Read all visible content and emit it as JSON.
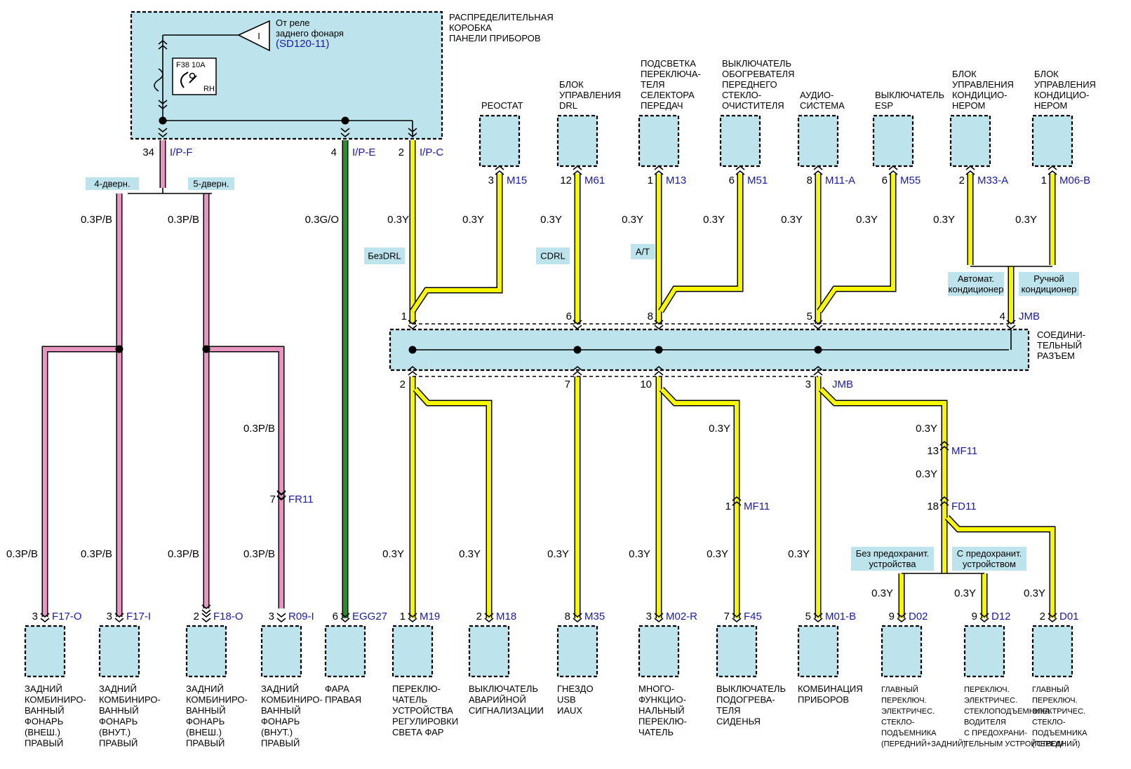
{
  "colors": {
    "box_fill": "#bde3ec",
    "wire_yellow": "#f7f700",
    "wire_pink": "#e995c2",
    "wire_green": "#2e8b2e",
    "pin_blue": "#1a1aa6"
  },
  "top_box": {
    "title": [
      "РАСПРЕДЕЛИТЕЛЬНАЯ",
      "КОРОБКА",
      "ПАНЕЛИ ПРИБОРОВ"
    ],
    "relay_text": [
      "От реле",
      "заднего фонаря"
    ],
    "relay_ref": "(SD120-11)",
    "relay_symbol": "I",
    "fuse_name": "F38 10A",
    "fuse_side": "RH"
  },
  "top_outputs": [
    {
      "pin": "34",
      "conn": "I/P-F"
    },
    {
      "pin": "4",
      "conn": "I/P-E"
    },
    {
      "pin": "2",
      "conn": "I/P-C"
    }
  ],
  "door_variants": [
    "4-дверн.",
    "5-дверн."
  ],
  "ac_variants": [
    "Автомат.\nкондиционер",
    "Ручной\nкондиционер"
  ],
  "fuse_variants": [
    "Без предохранит.\nустройства",
    "С предохранит.\nустройством"
  ],
  "option_tags": [
    "БезDRL",
    "CDRL",
    "A/T"
  ],
  "wire_labels": {
    "pb": "0.3P/B",
    "go": "0.3G/O",
    "y": "0.3Y"
  },
  "top_modules": [
    {
      "title": "РЕОСТАТ",
      "pin": "3",
      "conn": "M15"
    },
    {
      "title": "БЛОК\nУПРАВЛЕНИЯ\nDRL",
      "pin": "12",
      "conn": "M61"
    },
    {
      "title": "ПОДСВЕТКА\nПЕРЕКЛЮЧА-\nТЕЛЯ\nСЕЛЕКТОРА\nПЕРЕДАЧ",
      "pin": "1",
      "conn": "M13"
    },
    {
      "title": "ВЫКЛЮЧАТЕЛЬ\nОБОГРЕВАТЕЛЯ\nПЕРЕДНЕГО\nСТЕКЛО-\nОЧИСТИТЕЛЯ",
      "pin": "6",
      "conn": "M51"
    },
    {
      "title": "АУДИО-\nСИСТЕМА",
      "pin": "8",
      "conn": "M11-A"
    },
    {
      "title": "ВЫКЛЮЧАТЕЛЬ\nESP",
      "pin": "6",
      "conn": "M55"
    },
    {
      "title": "БЛОК\nУПРАВЛЕНИЯ\nКОНДИЦИО-\nНЕРОМ",
      "pin": "2",
      "conn": "M33-A"
    },
    {
      "title": "БЛОК\nУПРАВЛЕНИЯ\nКОНДИЦИО-\nНЕРОМ",
      "pin": "1",
      "conn": "M06-B"
    }
  ],
  "joint_connector": {
    "name": "СОЕДИНИ-\nТЕЛЬНЫЙ\nРАЗЪЕМ",
    "conn": "JMB",
    "top_pins": [
      "1",
      "6",
      "8",
      "5",
      "4"
    ],
    "bottom_pins": [
      "2",
      "7",
      "10",
      "3"
    ],
    "bottom_conn": "JMB"
  },
  "inline_connectors": [
    {
      "pin": "7",
      "conn": "FR11"
    },
    {
      "pin": "1",
      "conn": "MF11"
    },
    {
      "pin": "13",
      "conn": "MF11"
    },
    {
      "pin": "18",
      "conn": "FD11"
    }
  ],
  "bottom_modules": [
    {
      "pin": "3",
      "conn": "F17-O",
      "title": "ЗАДНИЙ\nКОМБИНИРО-\nВАННЫЙ\nФОНАРЬ\n(ВНЕШ.)\nПРАВЫЙ"
    },
    {
      "pin": "3",
      "conn": "F17-I",
      "title": "ЗАДНИЙ\nКОМБИНИРО-\nВАННЫЙ\nФОНАРЬ\n(ВНУТ.)\nПРАВЫЙ"
    },
    {
      "pin": "2",
      "conn": "F18-O",
      "title": "ЗАДНИЙ\nКОМБИНИРО-\nВАННЫЙ\nФОНАРЬ\n(ВНЕШ.)\nПРАВЫЙ"
    },
    {
      "pin": "3",
      "conn": "R09-I",
      "title": "ЗАДНИЙ\nКОМБИНИРО-\nВАННЫЙ\nФОНАРЬ\n(ВНУТ.)\nПРАВЫЙ"
    },
    {
      "pin": "6",
      "conn": "EGG27",
      "title": "ФАРА\nПРАВАЯ"
    },
    {
      "pin": "1",
      "conn": "M19",
      "title": "ПЕРЕКЛЮ-\nЧАТЕЛЬ\nУСТРОЙСТВА\nРЕГУЛИРОВКИ\nСВЕТА ФАР"
    },
    {
      "pin": "2",
      "conn": "M18",
      "title": "ВЫКЛЮЧАТЕЛЬ\nАВАРИЙНОЙ\nСИГНАЛИЗАЦИИ"
    },
    {
      "pin": "8",
      "conn": "M35",
      "title": "ГНЕЗДО\nUSB\nИAUX"
    },
    {
      "pin": "3",
      "conn": "M02-R",
      "title": "МНОГО-\nФУНКЦИО-\nНАЛЬНЫЙ\nПЕРЕКЛЮ-\nЧАТЕЛЬ"
    },
    {
      "pin": "7",
      "conn": "F45",
      "title": "ВЫКЛЮЧАТЕЛЬ\nПОДОГРЕВА-\nТЕЛЯ\nСИДЕНЬЯ"
    },
    {
      "pin": "5",
      "conn": "M01-B",
      "title": "КОМБИНАЦИЯ\nПРИБОРОВ"
    },
    {
      "pin": "9",
      "conn": "D02",
      "title": "ГЛАВНЫЙ\nПЕРЕКЛЮЧ.\nЭЛЕКТРИЧЕС.\nСТЕКЛО-\nПОДЪЕМНИКА\n(ПЕРЕДНИЙ+ЗАДНИЙ)"
    },
    {
      "pin": "9",
      "conn": "D12",
      "title": "ПЕРЕКЛЮЧ.\nЭЛЕКТРИЧЕС.\nСТЕКЛОПОДЪЕМНИКА\nВОДИТЕЛЯ\nС ПРЕДОХРАНИ-\nТЕЛЬНЫМ УСТРОЙСТВОМ"
    },
    {
      "pin": "2",
      "conn": "D01",
      "title": "ГЛАВНЫЙ\nПЕРЕКЛЮЧ.\nЭЛЕКТРИЧЕС.\nСТЕКЛО-\nПОДЪЕМНИКА\n(ПЕРЕДНИЙ)"
    }
  ]
}
